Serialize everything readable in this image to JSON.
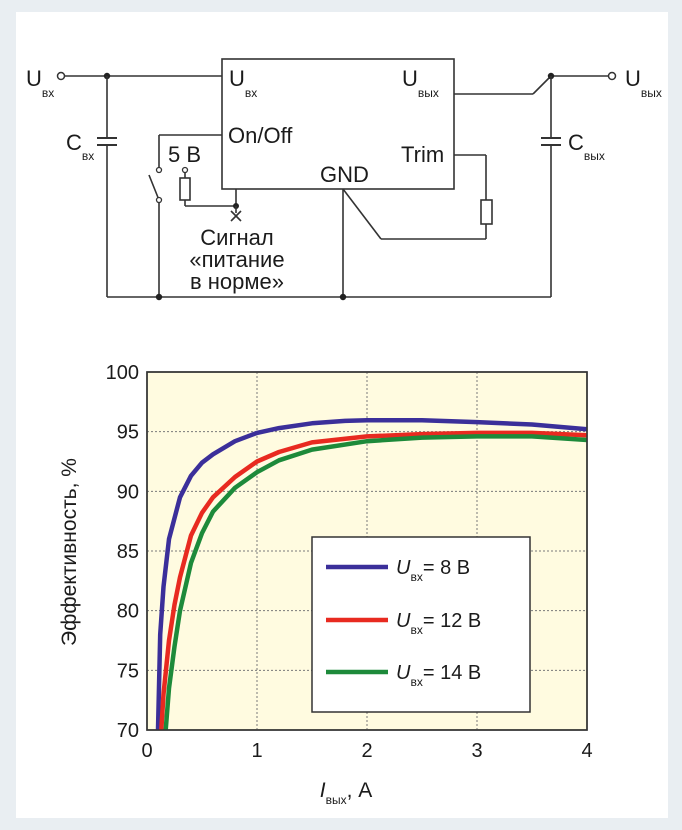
{
  "circuit": {
    "u_in": {
      "main": "U",
      "sub": "вх"
    },
    "u_out": {
      "main": "U",
      "sub": "вых"
    },
    "c_in": {
      "main": "C",
      "sub": "вх"
    },
    "c_out": {
      "main": "C",
      "sub": "вых"
    },
    "module": {
      "pin_uin": {
        "main": "U",
        "sub": "вх"
      },
      "pin_uout": {
        "main": "U",
        "sub": "вых"
      },
      "pin_onoff": "On/Off",
      "pin_trim": "Trim",
      "pin_gnd": "GND"
    },
    "pullup_voltage": "5 В",
    "signal_lines": [
      "Сигнал",
      "«питание",
      "в норме»"
    ]
  },
  "chart_data": {
    "type": "line",
    "title": "",
    "xlabel": {
      "main": "I",
      "sub": "вых",
      "suffix": ", А"
    },
    "ylabel": "Эффективность, %",
    "xlim": [
      0,
      4
    ],
    "ylim": [
      70,
      100
    ],
    "xticks": [
      "0",
      "1",
      "2",
      "3",
      "4"
    ],
    "yticks": [
      "70",
      "75",
      "80",
      "85",
      "90",
      "95",
      "100"
    ],
    "grid": true,
    "legend_position": "lower-right",
    "series": [
      {
        "name": {
          "main": "U",
          "sub": "вх",
          "value": "= 8 В"
        },
        "color": "#3b2f9a",
        "x": [
          0.1,
          0.12,
          0.15,
          0.2,
          0.3,
          0.4,
          0.5,
          0.6,
          0.8,
          1.0,
          1.2,
          1.5,
          1.8,
          2.0,
          2.5,
          3.0,
          3.5,
          4.0
        ],
        "y": [
          70,
          78,
          82,
          86,
          89.5,
          91.3,
          92.4,
          93.1,
          94.2,
          94.9,
          95.3,
          95.7,
          95.9,
          95.95,
          95.95,
          95.8,
          95.6,
          95.2
        ]
      },
      {
        "name": {
          "main": "U",
          "sub": "вх",
          "value": "= 12 В"
        },
        "color": "#e82a20",
        "x": [
          0.13,
          0.15,
          0.2,
          0.25,
          0.3,
          0.4,
          0.5,
          0.6,
          0.8,
          1.0,
          1.2,
          1.5,
          2.0,
          2.5,
          3.0,
          3.5,
          4.0
        ],
        "y": [
          70,
          73,
          77.5,
          80.5,
          82.8,
          86.3,
          88.2,
          89.5,
          91.2,
          92.5,
          93.3,
          94.1,
          94.6,
          94.8,
          94.9,
          94.9,
          94.7
        ]
      },
      {
        "name": {
          "main": "U",
          "sub": "вх",
          "value": "= 14 В"
        },
        "color": "#1d8a3a",
        "x": [
          0.17,
          0.2,
          0.25,
          0.3,
          0.4,
          0.5,
          0.6,
          0.8,
          1.0,
          1.2,
          1.5,
          2.0,
          2.5,
          3.0,
          3.5,
          4.0
        ],
        "y": [
          70,
          73.5,
          77,
          80,
          84,
          86.5,
          88.3,
          90.3,
          91.6,
          92.6,
          93.5,
          94.2,
          94.5,
          94.6,
          94.6,
          94.3
        ]
      }
    ]
  }
}
